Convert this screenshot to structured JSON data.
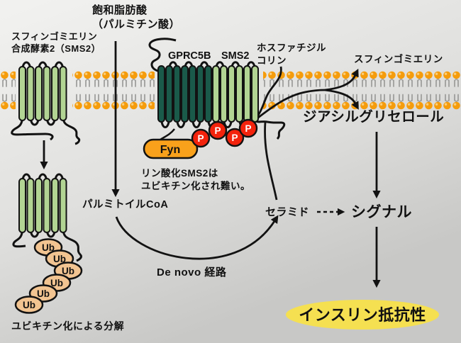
{
  "colors": {
    "background_top": "#F1F1EF",
    "background_bottom": "#C8C8C6",
    "lipid_head_orange": "#F59C0C",
    "lipid_tail_gray": "#9B9B99",
    "gprc5b_helix_dark_green": "#1A5A4A",
    "sms2_helix_light_green": "#B2D493",
    "outline_black": "#121212",
    "phosphate_red": "#F3230C",
    "fyn_orange": "#F9A11B",
    "ubiquitin_tan": "#F2C491",
    "insulin_ellipse_yellow": "#F5E051",
    "text": "#111111"
  },
  "labels": {
    "sms2_enzyme": "スフィンゴミエリン\n合成酵素2（SMS2）",
    "saturated_fat": "飽和脂肪酸\n（パルミチン酸）",
    "gprc5b": "GPRC5B",
    "sms2": "SMS2",
    "phosphatidylcholine": "ホスファチジル\nコリン",
    "sphingomyelin": "スフィンゴミエリン",
    "diacylglycerol": "ジアシルグリセロール",
    "fyn": "Fyn",
    "phosphate": "P",
    "phospho_note": "リン酸化SMS2は\nユビキチン化され難い。",
    "palmitoyl_coa": "パルミトイルCoA",
    "ceramide": "セラミド",
    "signal": "シグナル",
    "de_novo_pathway": "De novo 経路",
    "ubiquitin": "Ub",
    "ubiquitination_note": "ユビキチン化による分解",
    "insulin_resistance": "インスリン抵抗性"
  }
}
